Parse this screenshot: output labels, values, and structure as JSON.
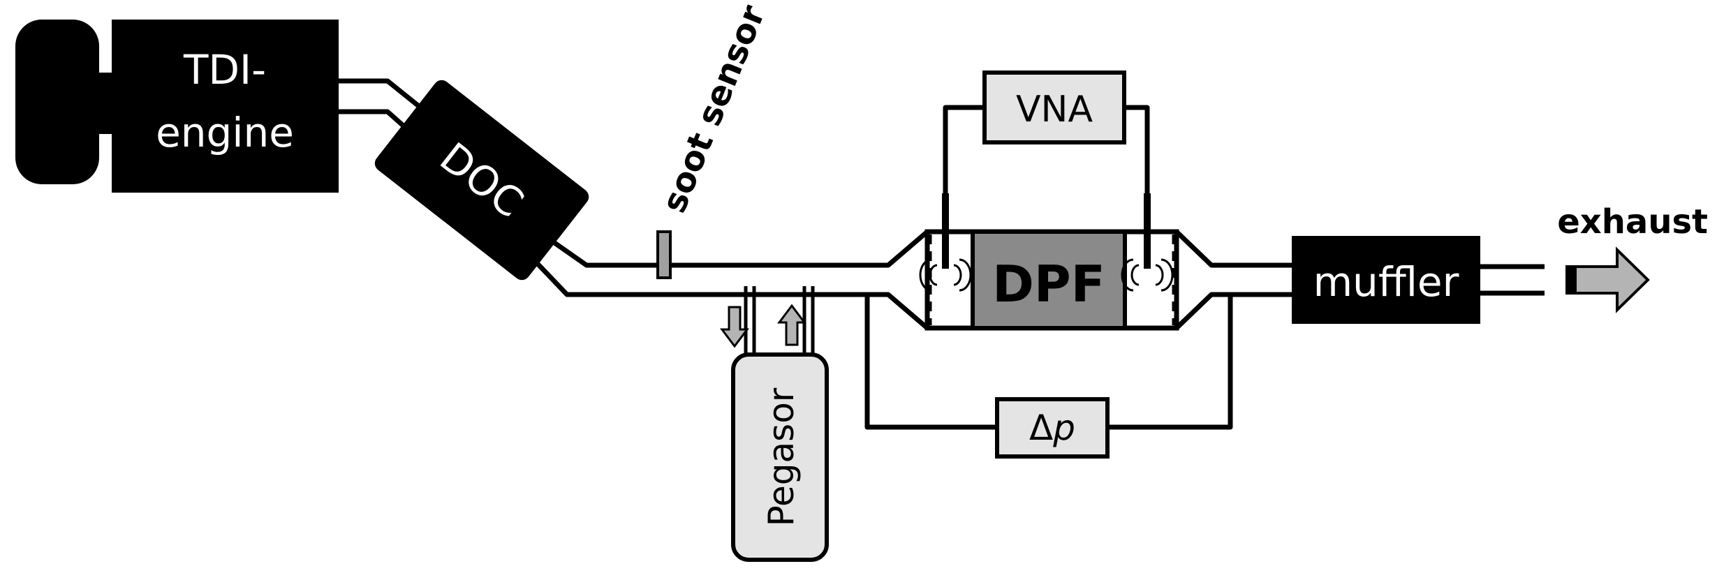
{
  "colors": {
    "block": "#000000",
    "dpf": "#8a8a8a",
    "light_box": "#e4e4e4",
    "sensor": "#a0a0a0",
    "arrow": "#b4b4b4"
  },
  "components": {
    "engine": {
      "line1": "TDI-",
      "line2": "engine"
    },
    "doc": {
      "label": "DOC"
    },
    "soot_sensor": {
      "label": "soot sensor"
    },
    "vna": {
      "label": "VNA"
    },
    "dpf": {
      "label": "DPF"
    },
    "delta_p": {
      "symbol": "Δ",
      "var": "p"
    },
    "pegasor": {
      "label": "Pegasor"
    },
    "muffler": {
      "label": "muffler"
    },
    "exhaust": {
      "label": "exhaust"
    }
  },
  "icons": {
    "antenna_left": "antenna-waves-icon",
    "antenna_right": "antenna-waves-icon",
    "flow_out": "arrow-down-icon",
    "flow_in": "arrow-up-icon",
    "exhaust": "arrow-right-icon"
  }
}
